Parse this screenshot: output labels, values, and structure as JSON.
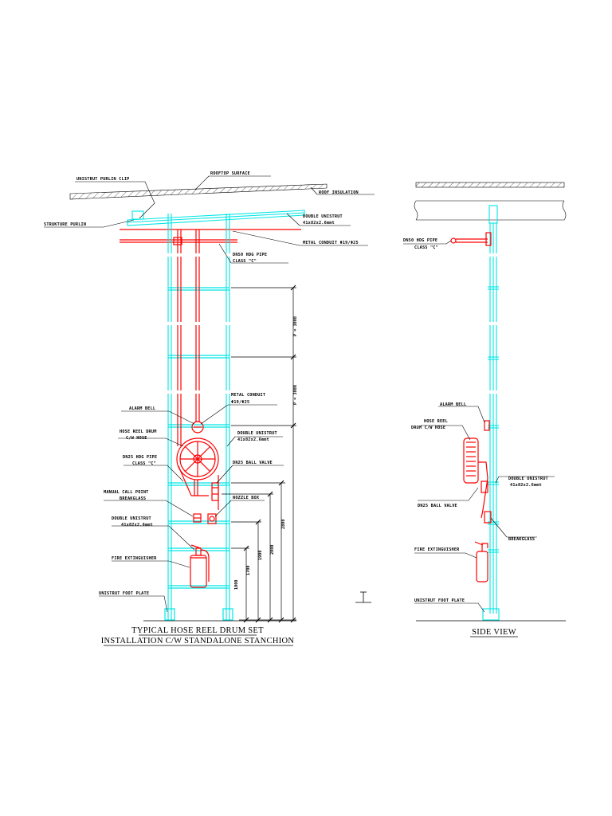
{
  "labels": {
    "unistrut_purlin_clip": "UNISTRUT PURLIN CLIP",
    "rooftop_surface": "ROOFTOP SURFACE",
    "roof_insulation": "ROOF INSULATION",
    "structure_purlin": "STRUKTURE PURLIN",
    "double_unistrut_top": "DOUBLE UNISTRUT",
    "double_unistrut_top_size": "41x82x2.6mmt",
    "metal_conduit_top": "METAL CONDUIT Φ19/Φ25",
    "dn50_pipe": "DN50 HDG PIPE",
    "dn50_pipe_class": "CLASS \"C\"",
    "metal_conduit_mid": "METAL CONDUIT",
    "metal_conduit_mid_size": "Φ19/Φ25",
    "alarm_bell": "ALARM BELL",
    "hose_reel_drum": "HOSE REEL DRUM",
    "hose_reel_drum_hose": "C/W HOSE",
    "double_unistrut_mid": "DOUBLE UNISTRUT",
    "double_unistrut_mid_size": "41x82x2.6mmt",
    "dn25_pipe": "DN25 HDG PIPE",
    "dn25_pipe_class": "CLASS \"C\"",
    "dn25_ball_valve": "DN25 BALL VALVE",
    "manual_call_point": "MANUAL CALL POINT",
    "manual_call_point_bg": "BREAKGLASS",
    "nozzle_box": "NOZZLE BOX",
    "double_unistrut_low": "DOUBLE UNISTRUT",
    "double_unistrut_low_size": "41x82x2.6mmt",
    "fire_extinguisher": "FIRE EXTINGUISHER",
    "unistrut_foot_plate": "UNISTRUT FOOT PLATE",
    "section_marker": "I"
  },
  "dimensions": {
    "p1": "P = 3000",
    "p2": "P = 3000",
    "d2800": "2800",
    "d2000": "2000",
    "d1900": "1900",
    "d1700": "1700",
    "d1000": "1000"
  },
  "side": {
    "dn50_pipe": "DN50 HDG PIPE",
    "dn50_pipe_class": "CLASS \"C\"",
    "alarm_bell": "ALARM BELL",
    "hose_reel_drum": "HOSE REEL",
    "hose_reel_drum_hose": "DRUM C/W HOSE",
    "double_unistrut": "DOUBLE UNISTRUT",
    "double_unistrut_size": "41x82x2.6mmt",
    "dn25_ball_valve": "DN25 BALL VALVE",
    "breakglass": "BREAKGLASS",
    "fire_extinguisher": "FIRE EXTINGUISHER",
    "unistrut_foot_plate": "UNISTRUT FOOT PLATE"
  },
  "titles": {
    "main_line1": "TYPICAL HOSE REEL DRUM SET",
    "main_line2": "INSTALLATION C/W STANDALONE STANCHION",
    "side": "SIDE VIEW"
  },
  "colors": {
    "structure": "#00e5e5",
    "services": "#ff0000",
    "lines": "#000000"
  }
}
